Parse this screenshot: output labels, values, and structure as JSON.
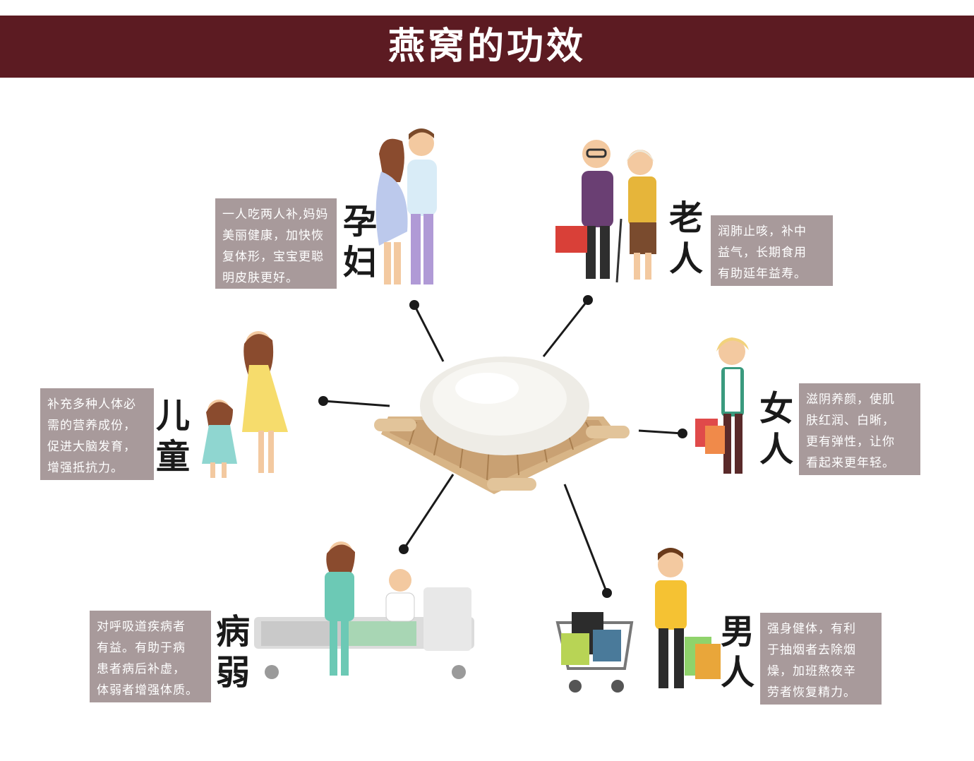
{
  "title": "燕窝的功效",
  "colors": {
    "banner": "#5c1b22",
    "box": "#a89a9b",
    "line": "#1a1a1a"
  },
  "groups": {
    "pregnant": {
      "label": [
        "孕",
        "妇"
      ],
      "lines": [
        "一人吃两人补,妈妈",
        "美丽健康，加快恢",
        "复体形，宝宝更聪",
        "明皮肤更好。"
      ]
    },
    "elderly": {
      "label": [
        "老",
        "人"
      ],
      "lines": [
        "润肺止咳，补中",
        "益气，长期食用",
        "有助延年益寿。"
      ]
    },
    "children": {
      "label": [
        "儿",
        "童"
      ],
      "lines": [
        "补充多种人体必",
        "需的营养成份，",
        "促进大脑发育，",
        "增强抵抗力。"
      ]
    },
    "women": {
      "label": [
        "女",
        "人"
      ],
      "lines": [
        "滋阴养颜，使肌",
        "肤红润、白晰，",
        "更有弹性，让你",
        "看起来更年轻。"
      ]
    },
    "sick": {
      "label": [
        "病",
        "弱"
      ],
      "lines": [
        "对呼吸道疾病者",
        "有益。有助于病",
        "患者病后补虚，",
        "体弱者增强体质。"
      ]
    },
    "men": {
      "label": [
        "男",
        "人"
      ],
      "lines": [
        "强身健体，有利",
        "于抽烟者去除烟",
        "燥，加班熬夜辛",
        "劳者恢复精力。"
      ]
    }
  }
}
